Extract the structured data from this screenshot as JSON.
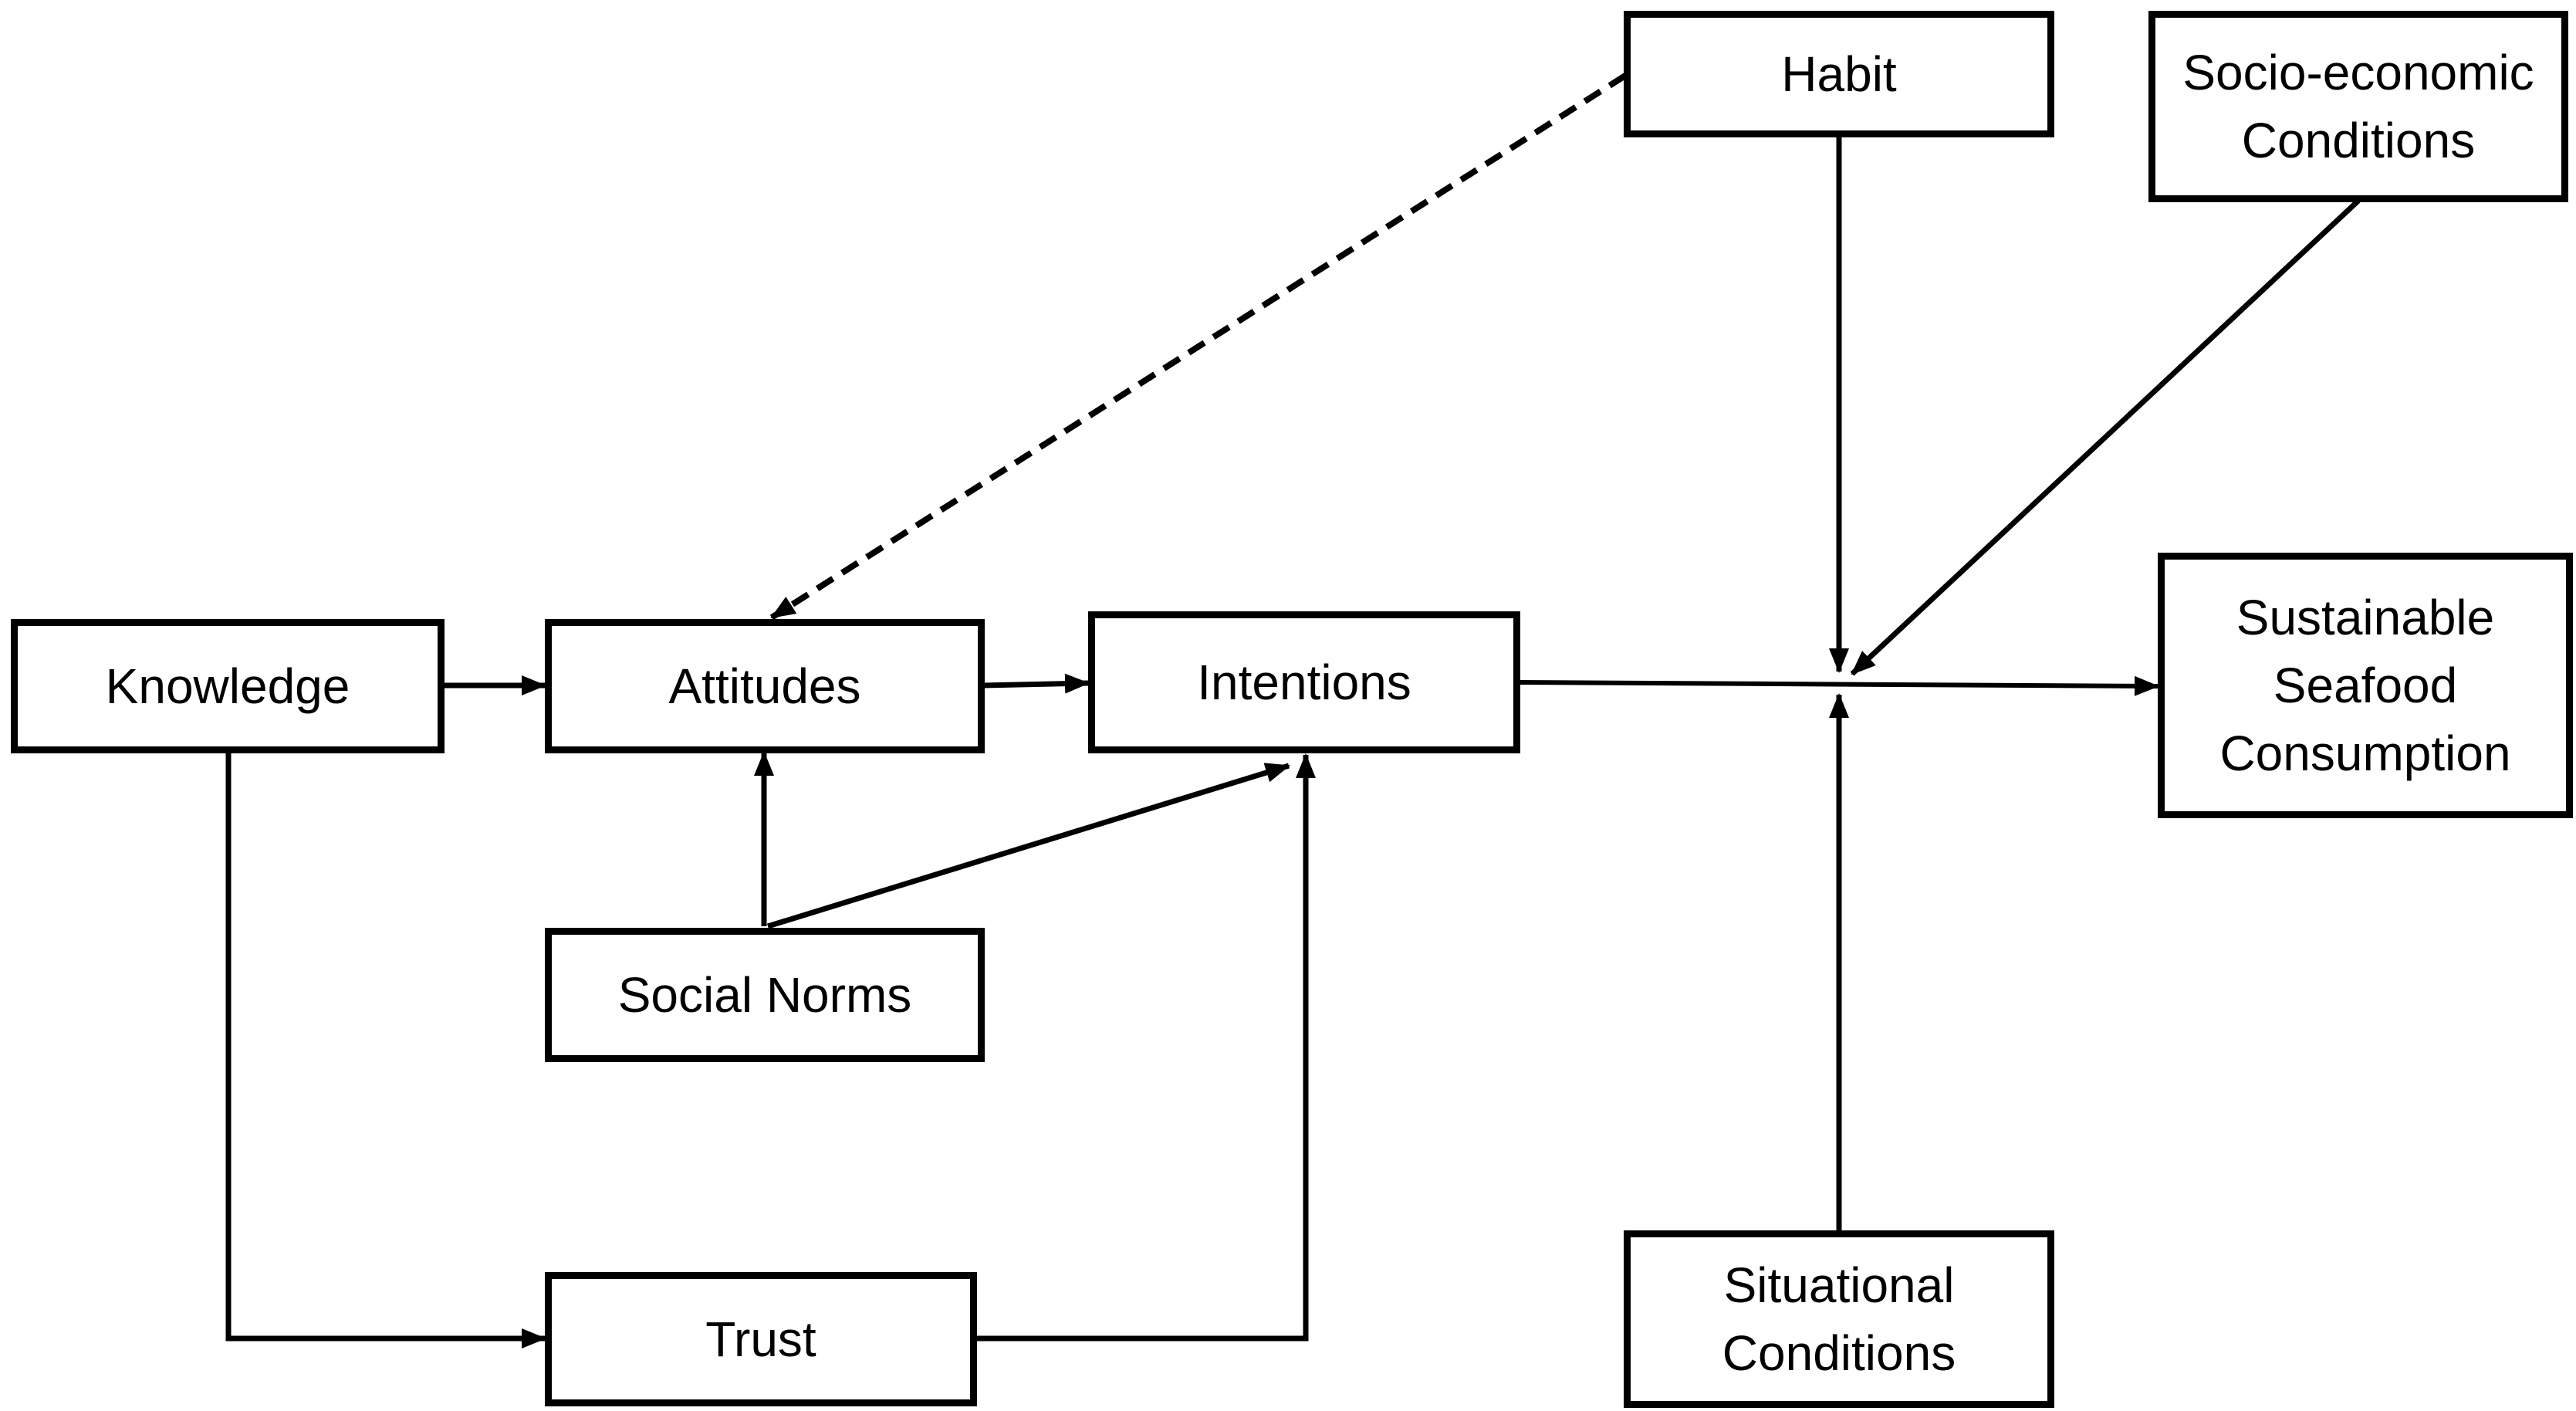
{
  "nodes": {
    "knowledge": "Knowledge",
    "attitudes": "Attitudes",
    "intentions": "Intentions",
    "social_norms": "Social Norms",
    "trust": "Trust",
    "habit": "Habit",
    "socio_economic": "Socio-economic\nConditions",
    "situational": "Situational\nConditions",
    "sustainable": "Sustainable\nSeafood\nConsumption"
  },
  "edges": [
    {
      "from": "Knowledge",
      "to": "Attitudes",
      "style": "solid"
    },
    {
      "from": "Attitudes",
      "to": "Intentions",
      "style": "solid"
    },
    {
      "from": "Social Norms",
      "to": "Attitudes",
      "style": "solid"
    },
    {
      "from": "Social Norms",
      "to": "Intentions",
      "style": "solid"
    },
    {
      "from": "Knowledge",
      "to": "Trust",
      "style": "solid"
    },
    {
      "from": "Trust",
      "to": "Intentions",
      "style": "solid"
    },
    {
      "from": "Habit",
      "to": "Attitudes",
      "style": "dashed"
    },
    {
      "from": "Intentions",
      "to": "Sustainable Seafood Consumption",
      "style": "solid"
    },
    {
      "from": "Habit",
      "to": "Intentions → Sustainable Seafood Consumption",
      "style": "solid"
    },
    {
      "from": "Socio-economic Conditions",
      "to": "Intentions → Sustainable Seafood Consumption",
      "style": "solid"
    },
    {
      "from": "Situational Conditions",
      "to": "Intentions → Sustainable Seafood Consumption",
      "style": "solid"
    }
  ],
  "colors": {
    "stroke": "#000000",
    "background": "#ffffff"
  }
}
